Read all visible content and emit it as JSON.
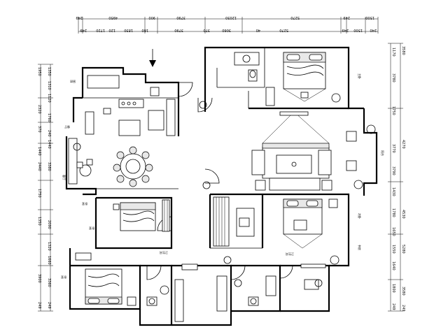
{
  "dimensions": {
    "top_outer": [
      "249",
      "4950",
      "900",
      "3790",
      "12030",
      "5270",
      "249",
      "1500"
    ],
    "top_inner": [
      "249",
      "1720",
      "120",
      "1830",
      "160",
      "3790",
      "370",
      "3060",
      "40",
      "5270",
      "249",
      "1500",
      "240"
    ],
    "left_outer": [
      "1950",
      "2320",
      "370",
      "1440",
      "2440",
      "1750",
      "1350",
      "3900",
      "249"
    ],
    "left_inner": [
      "1350",
      "1310",
      "1120",
      "1760",
      "240",
      "1440",
      "3380",
      "2090",
      "1320",
      "1660",
      "3360",
      "249"
    ],
    "right_outer": [
      "3580",
      "4270",
      "4530",
      "5280",
      "3580",
      "249"
    ],
    "right_inner": [
      "1170",
      "3780",
      "1750",
      "3770",
      "3790",
      "1430",
      "1780",
      "1650",
      "1550",
      "1640",
      "1800",
      "249"
    ]
  },
  "room_labels": {
    "r1": "卧室",
    "r2": "主卧",
    "r3": "阳台",
    "r4": "客厅",
    "r5": "餐厅",
    "r6": "厨房",
    "r7": "卧室",
    "r8": "卧室",
    "r9": "卫生间",
    "r10": "卫生间",
    "r11": "次卧",
    "r12": "书房"
  }
}
